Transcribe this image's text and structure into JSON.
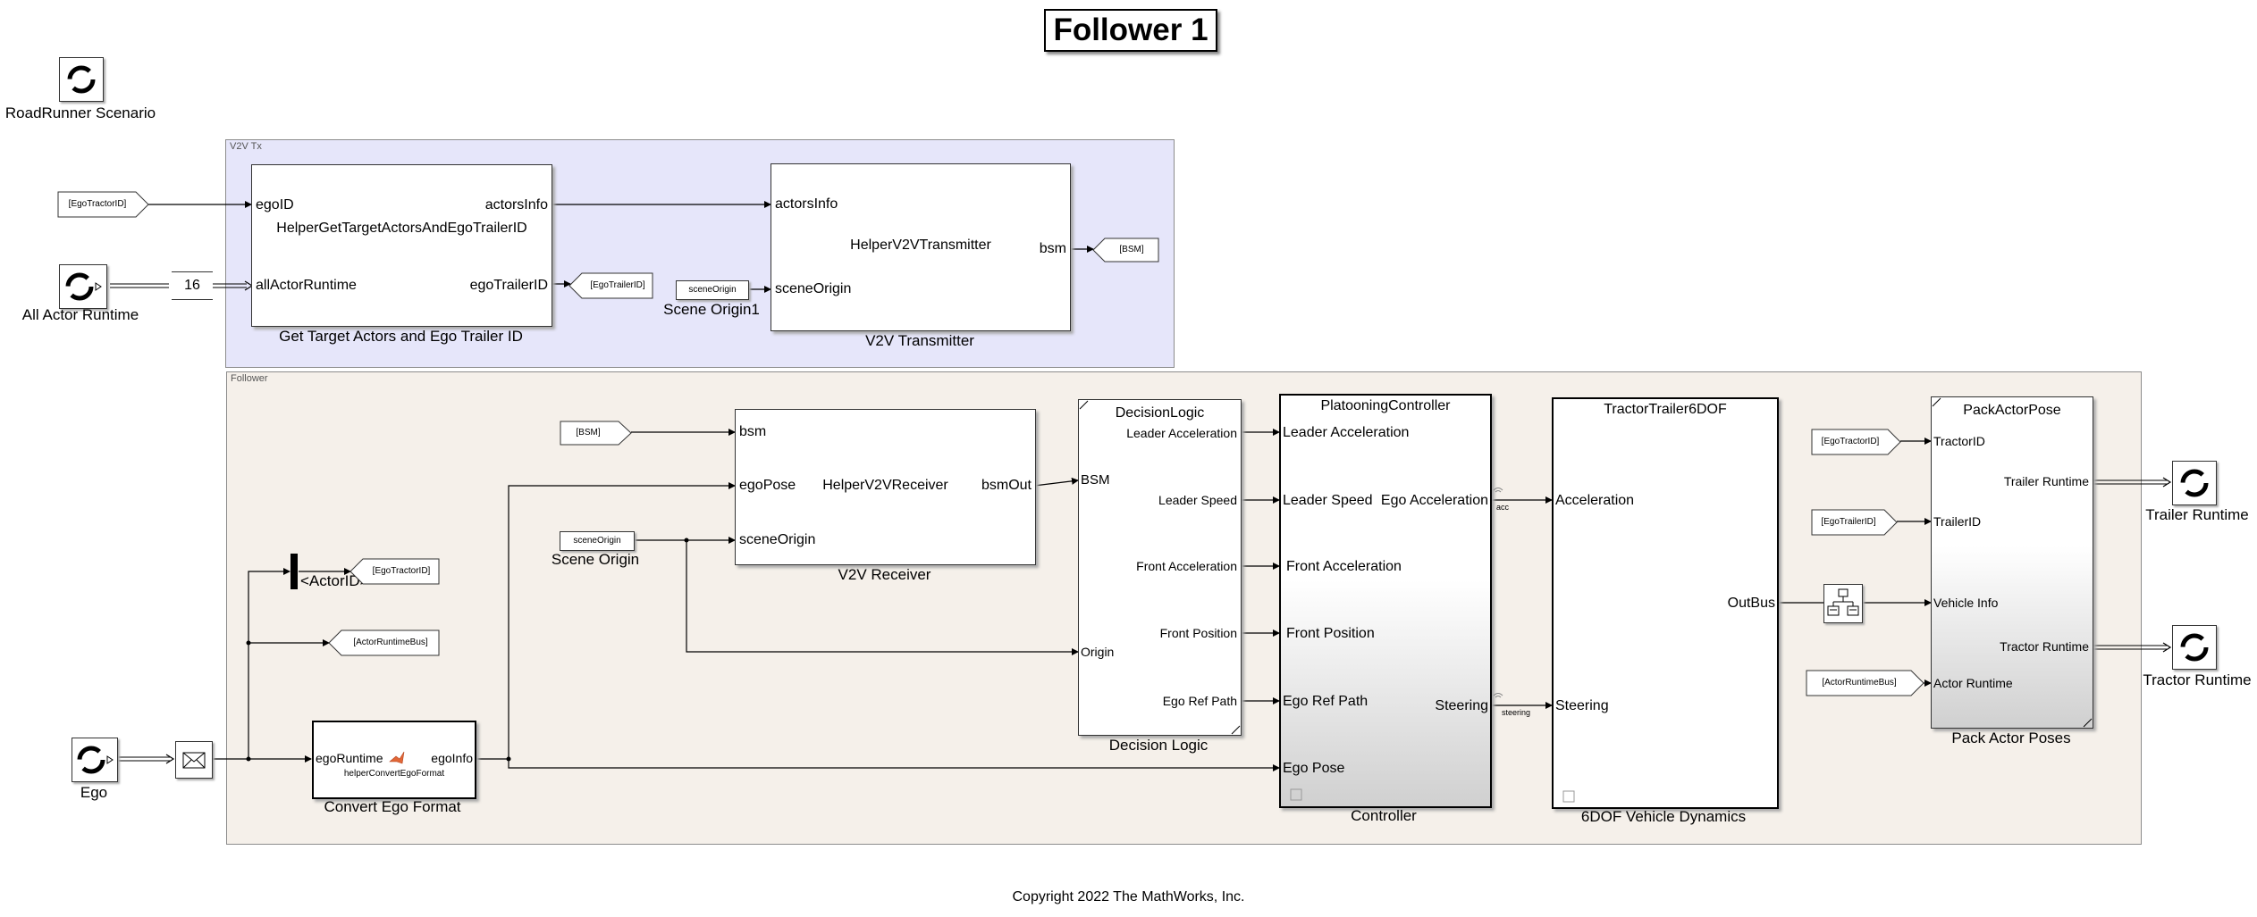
{
  "title": "Follower 1",
  "copyright": "Copyright 2022 The MathWorks, Inc.",
  "areas": {
    "v2v_tx": "V2V Tx",
    "follower": "Follower"
  },
  "top_blocks": {
    "roadrunner_scenario": "RoadRunner Scenario",
    "all_actor_runtime": "All Actor Runtime",
    "constant_value": "16",
    "from_ego_tractor_id": "[EgoTractorID]",
    "goto_ego_trailer_id": "[EgoTrailerID]",
    "scene_origin_const": "sceneOrigin",
    "scene_origin_label": "Scene Origin1",
    "goto_bsm": "[BSM]"
  },
  "get_target_actors": {
    "name": "Get Target Actors and Ego Trailer ID",
    "function": "HelperGetTargetActorsAndEgoTrailerID",
    "in_ego_id": "egoID",
    "in_all_actor_runtime": "allActorRuntime",
    "out_actors_info": "actorsInfo",
    "out_ego_trailer_id": "egoTrailerID"
  },
  "v2v_transmitter": {
    "name": "V2V Transmitter",
    "function": "HelperV2VTransmitter",
    "in_actors_info": "actorsInfo",
    "in_scene_origin": "sceneOrigin",
    "out_bsm": "bsm"
  },
  "v2v_receiver": {
    "name": "V2V Receiver",
    "function": "HelperV2VReceiver",
    "in_bsm": "bsm",
    "in_ego_pose": "egoPose",
    "in_scene_origin": "sceneOrigin",
    "out_bsm": "bsmOut",
    "from_bsm": "[BSM]",
    "scene_origin_const": "sceneOrigin",
    "scene_origin_label": "Scene Origin"
  },
  "decision_logic": {
    "name": "Decision Logic",
    "header": "DecisionLogic",
    "in_bsm": "BSM",
    "in_origin": "Origin",
    "out_leader_acc": "Leader Acceleration",
    "out_leader_speed": "Leader Speed",
    "out_front_acc": "Front Acceleration",
    "out_front_pos": "Front Position",
    "out_ego_ref_path": "Ego Ref Path"
  },
  "controller": {
    "name": "Controller",
    "header": "PlatooningController",
    "in_leader_acc": "Leader Acceleration",
    "in_leader_speed": "Leader Speed",
    "in_front_acc": "Front Acceleration",
    "in_front_pos": "Front Position",
    "in_ego_ref_path": "Ego Ref Path",
    "in_ego_pose": "Ego Pose",
    "out_ego_acc": "Ego Acceleration",
    "out_steering": "Steering",
    "sig_acc": "acc",
    "sig_steering": "steering"
  },
  "vehicle_dynamics": {
    "name": "6DOF Vehicle Dynamics",
    "header": "TractorTrailer6DOF",
    "in_acceleration": "Acceleration",
    "in_steering": "Steering",
    "out_bus": "OutBus"
  },
  "pack_actor_poses": {
    "name": "Pack Actor Poses",
    "header": "PackActorPose",
    "in_tractor_id": "TractorID",
    "in_trailer_id": "TrailerID",
    "in_vehicle_info": "Vehicle Info",
    "in_actor_runtime": "Actor Runtime",
    "out_trailer_runtime": "Trailer Runtime",
    "out_tractor_runtime": "Tractor Runtime",
    "from_tractor_id": "[EgoTractorID]",
    "from_trailer_id": "[EgoTrailerID]",
    "from_actor_runtime_bus": "[ActorRuntimeBus]"
  },
  "outputs": {
    "trailer_runtime": "Trailer Runtime",
    "tractor_runtime": "Tractor Runtime"
  },
  "ego_section": {
    "ego_label": "Ego",
    "selector_out": "<ActorID>",
    "goto_ego_tractor_id": "[EgoTractorID]",
    "goto_actor_runtime_bus": "[ActorRuntimeBus]"
  },
  "convert_ego": {
    "name": "Convert Ego Format",
    "function": "helperConvertEgoFormat",
    "in_ego_runtime": "egoRuntime",
    "out_ego_info": "egoInfo"
  }
}
